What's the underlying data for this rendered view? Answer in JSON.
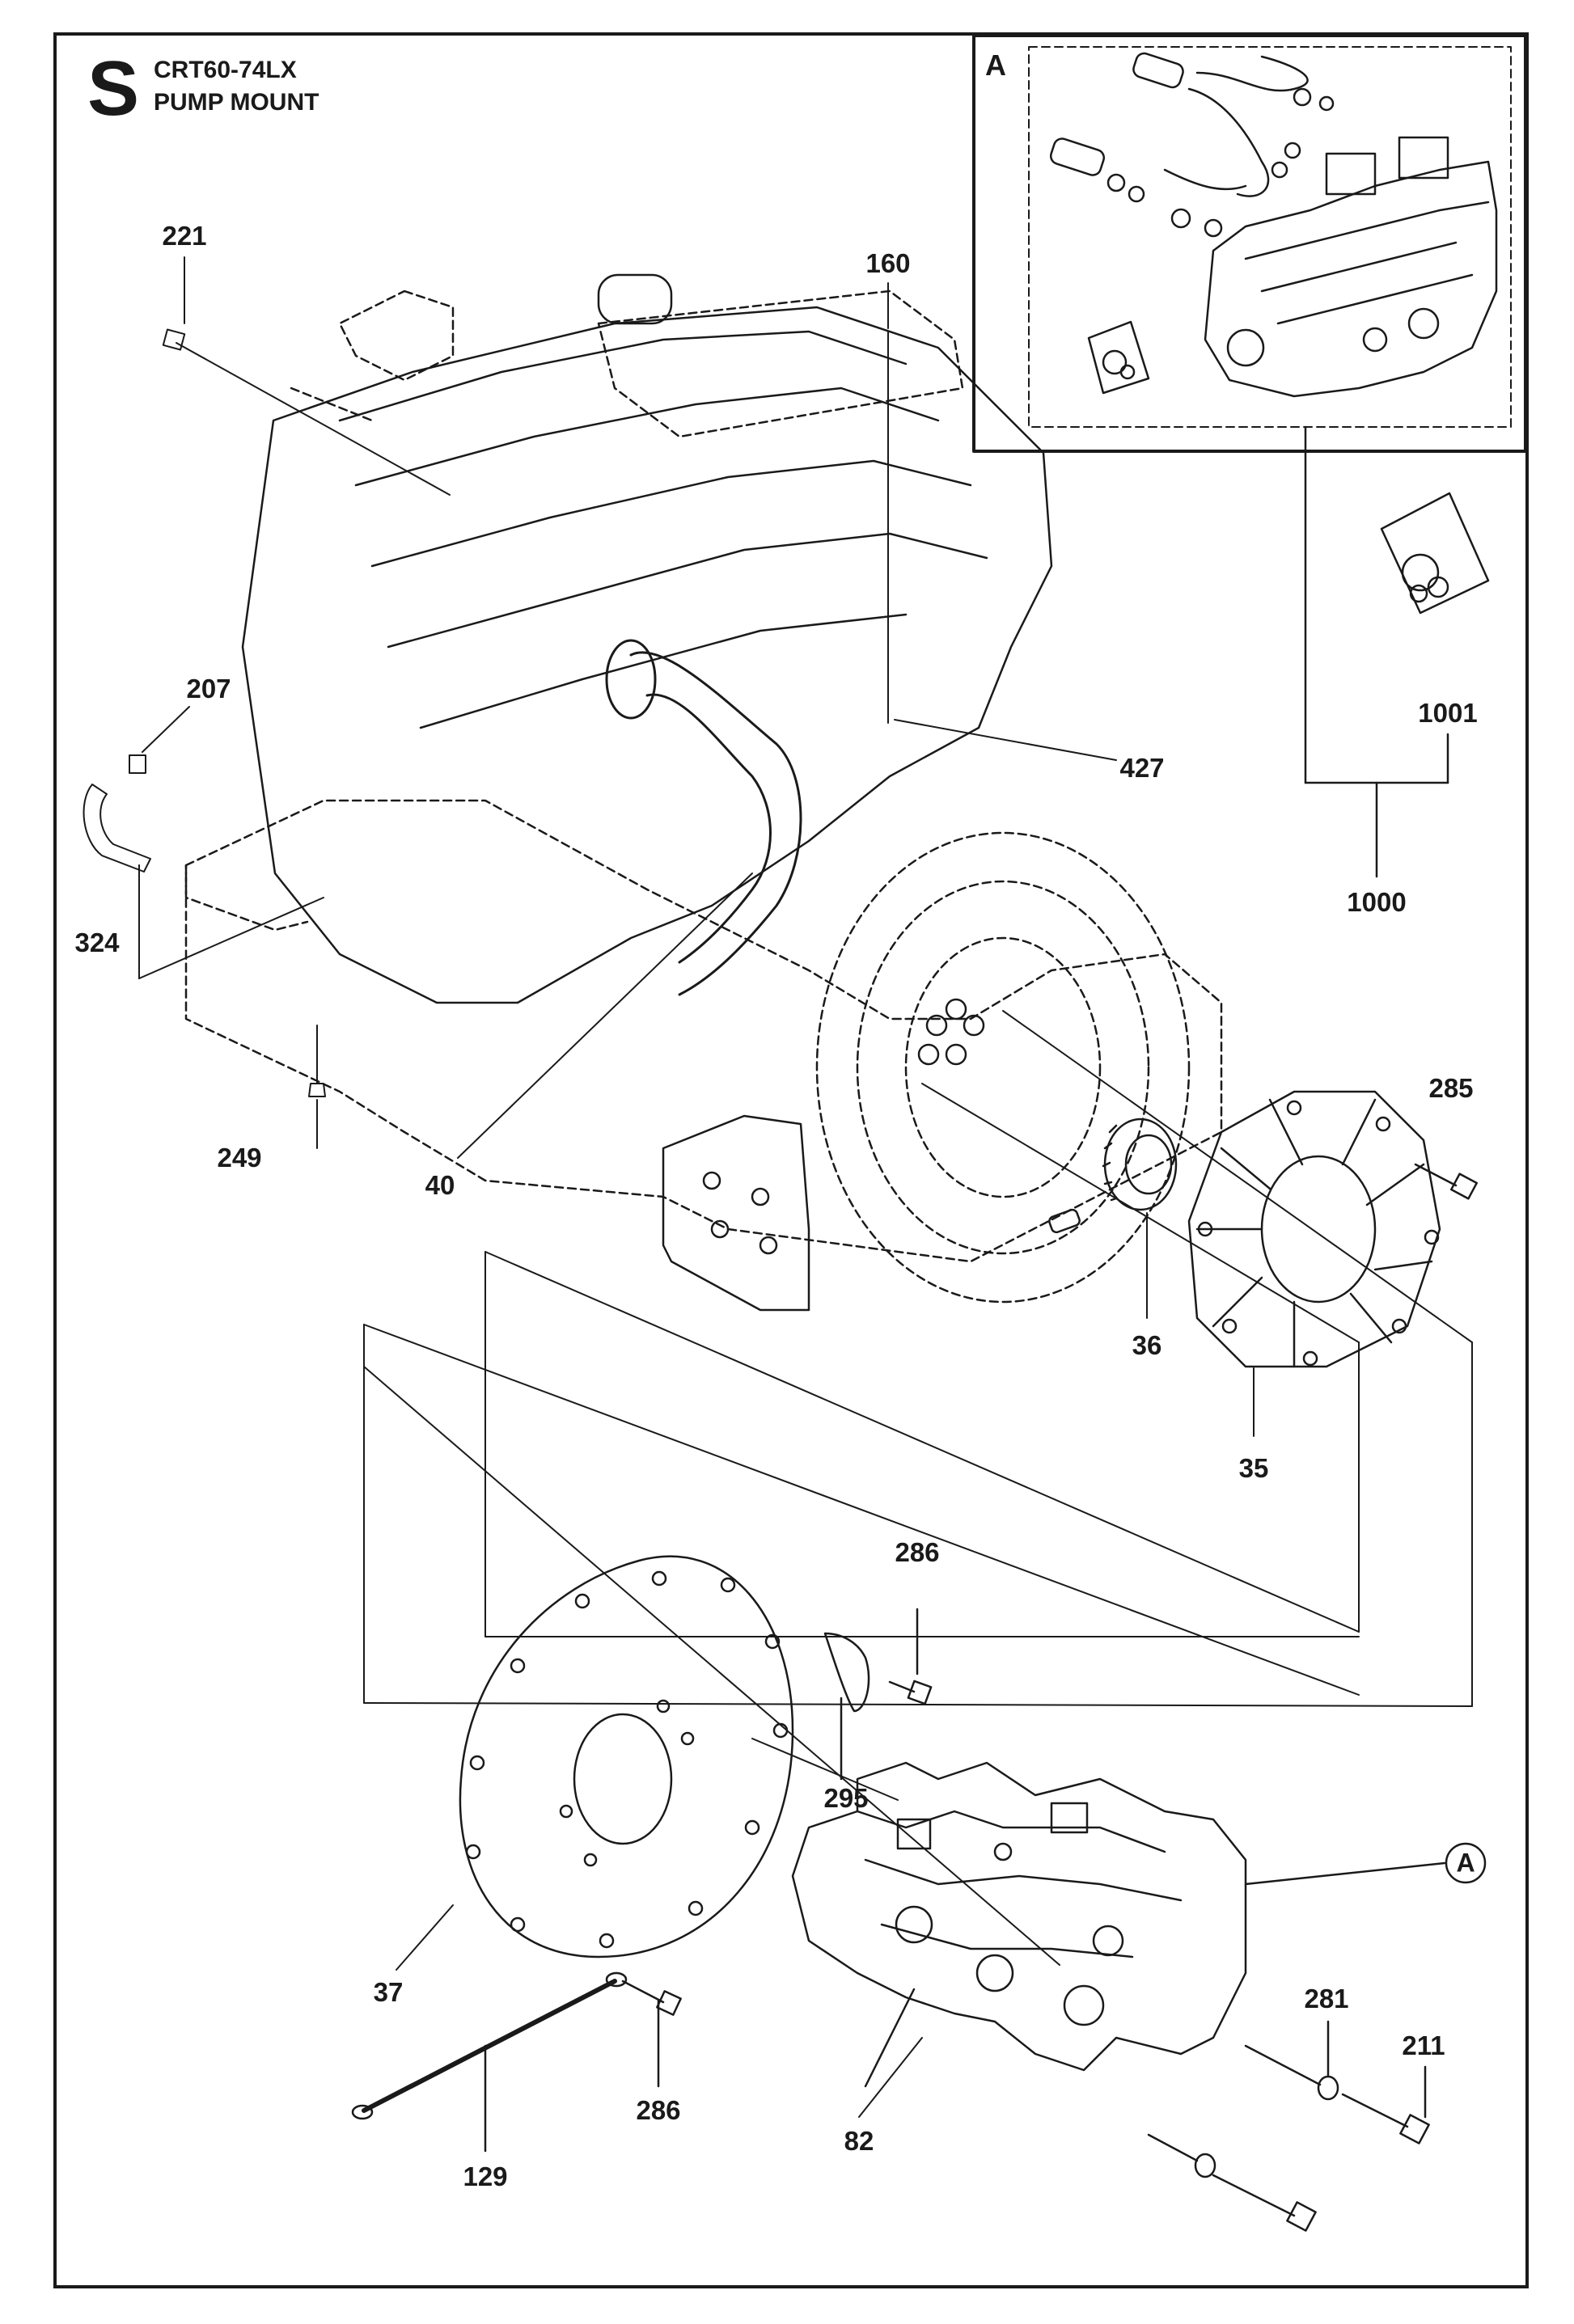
{
  "header": {
    "section_letter": "S",
    "model": "CRT60-74LX",
    "title": "PUMP MOUNT"
  },
  "inset": {
    "label": "A"
  },
  "reference_marker": {
    "label": "A"
  },
  "callouts": {
    "p221": "221",
    "p160": "160",
    "p207": "207",
    "p324": "324",
    "p249": "249",
    "p40": "40",
    "p427": "427",
    "p1001": "1001",
    "p1000": "1000",
    "p285": "285",
    "p36": "36",
    "p35": "35",
    "p286a": "286",
    "p295": "295",
    "p37": "37",
    "p286b": "286",
    "p129": "129",
    "p82": "82",
    "p281": "281",
    "p211": "211"
  }
}
